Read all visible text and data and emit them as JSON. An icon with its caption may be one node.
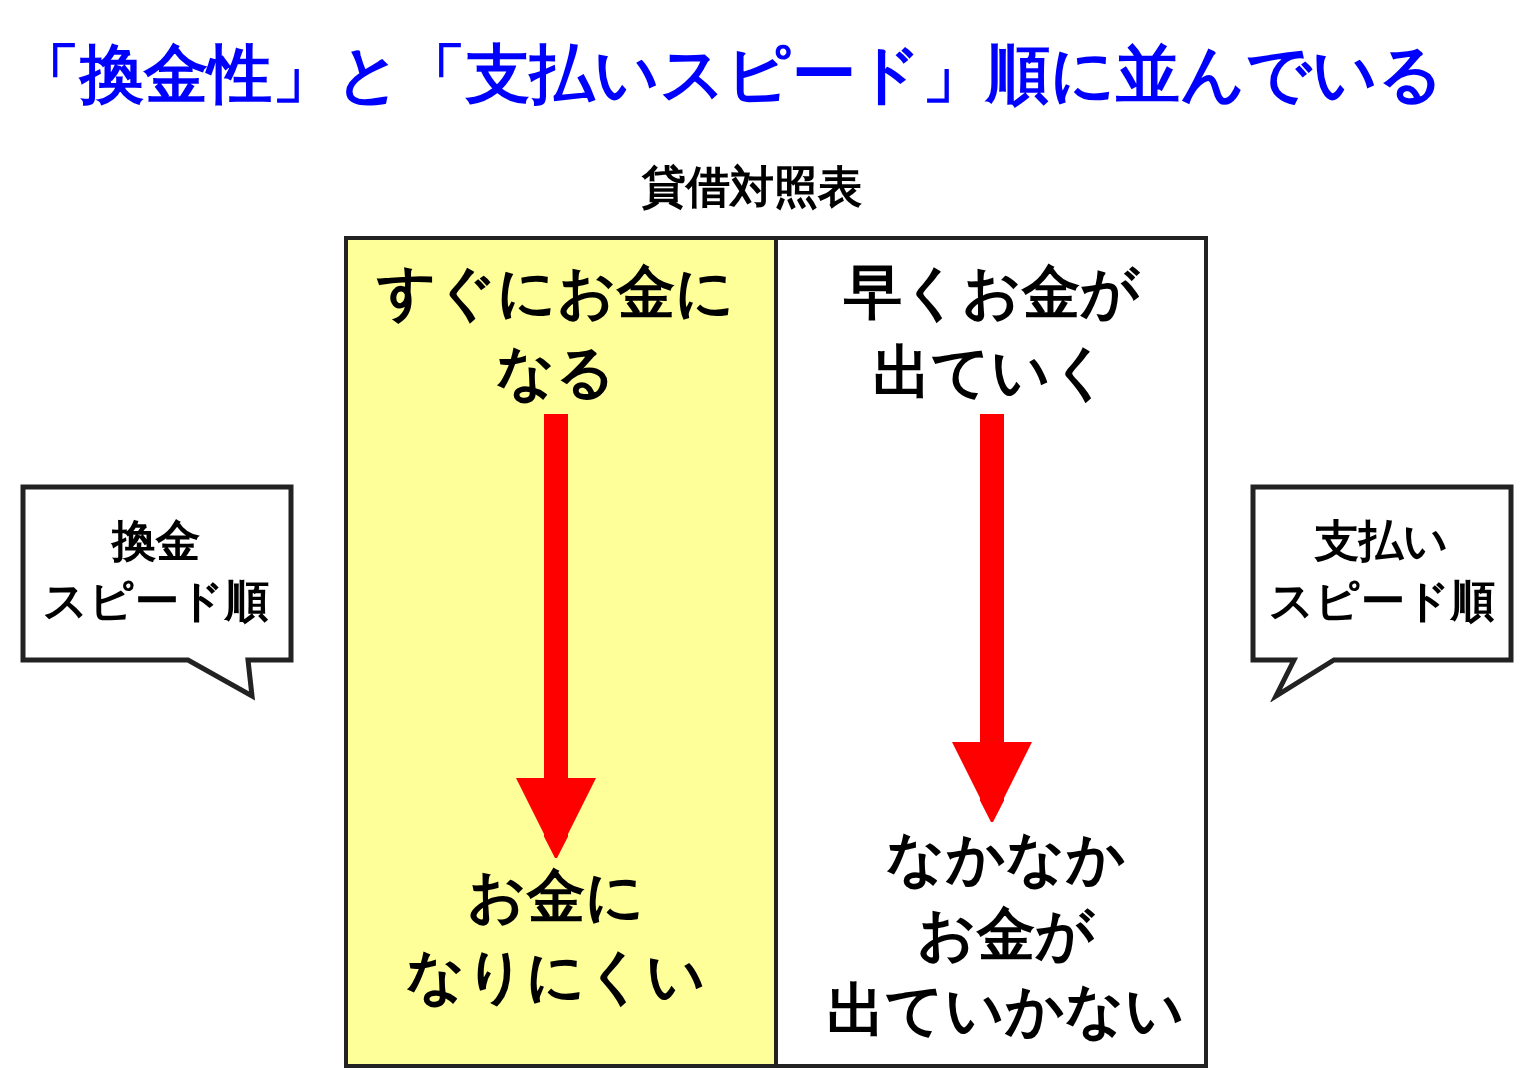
{
  "diagram": {
    "title": "「換金性」と「支払いスピード」順に並んでいる",
    "nodes": [
      {
        "text": [
          "貸借対照表"
        ]
      },
      {
        "text": [],
        "shape": "box",
        "in": 0
      },
      {
        "text": [
          "すぐにお金になる"
        ],
        "in": 1
      },
      {
        "text": [
          "お金になりにくい"
        ],
        "in": 1
      },
      {
        "text": [],
        "shape": "box",
        "in": 0
      },
      {
        "text": [
          "早くお金が出ていく"
        ],
        "in": 4
      },
      {
        "text": [
          "なかなかお金が出ていかない"
        ],
        "in": 4
      },
      {
        "text": [
          "換金スピード順"
        ]
      },
      {
        "text": [
          "支払いスピード順"
        ]
      }
    ],
    "edges": [
      {
        "from": 2,
        "to": 3,
        "arrow": "to"
      },
      {
        "from": 5,
        "to": 6,
        "arrow": "to"
      }
    ]
  }
}
